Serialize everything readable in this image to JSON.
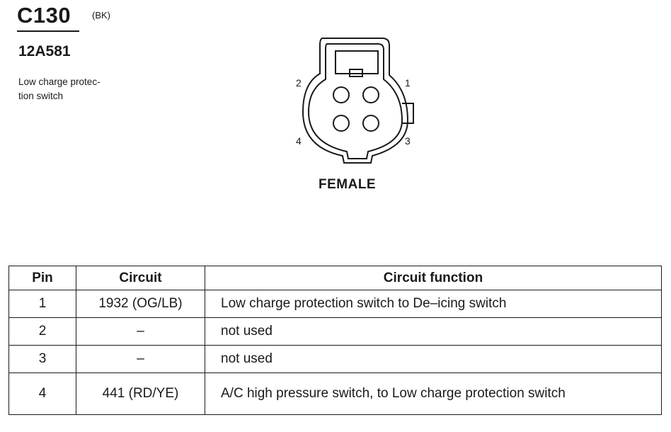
{
  "header": {
    "connector_id": "C130",
    "connector_color": "(BK)",
    "part_number": "12A581",
    "component_name": "Low charge protec-tion switch"
  },
  "connector": {
    "view": "FEMALE",
    "pin_labels": [
      "1",
      "2",
      "3",
      "4"
    ]
  },
  "table": {
    "headers": [
      "Pin",
      "Circuit",
      "Circuit function"
    ],
    "rows": [
      {
        "pin": "1",
        "circuit": "1932 (OG/LB)",
        "function": "Low charge protection switch to De–icing switch"
      },
      {
        "pin": "2",
        "circuit": "–",
        "function": "not used"
      },
      {
        "pin": "3",
        "circuit": "–",
        "function": "not used"
      },
      {
        "pin": "4",
        "circuit": "441 (RD/YE)",
        "function": "A/C high pressure switch, to Low charge protection switch"
      }
    ]
  }
}
